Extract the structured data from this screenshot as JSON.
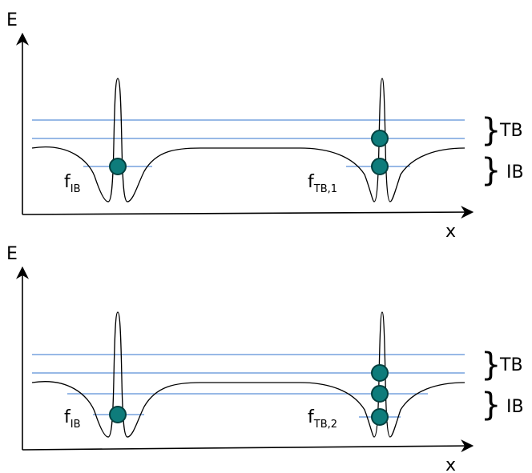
{
  "colors": {
    "level_line": "#5b8fd8",
    "particle_fill": "#0e7c7b",
    "particle_stroke": "#04403f",
    "potential_line": "#000000"
  },
  "panels": [
    {
      "axis_y_label": "E",
      "axis_x_label": "x",
      "left_label": {
        "main": "f",
        "sub": "IB"
      },
      "right_label": {
        "main": "f",
        "sub": "TB,1"
      },
      "brace_upper_label": "TB",
      "brace_lower_label": "IB"
    },
    {
      "axis_y_label": "E",
      "axis_x_label": "x",
      "left_label": {
        "main": "f",
        "sub": "IB"
      },
      "right_label": {
        "main": "f",
        "sub": "TB,2"
      },
      "brace_upper_label": "TB",
      "brace_lower_label": "IB"
    }
  ]
}
